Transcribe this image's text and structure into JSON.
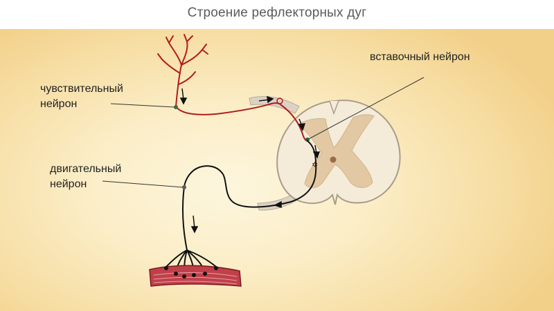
{
  "title": "Строение рефлекторных дуг",
  "labels": {
    "sensory": [
      "чувствительный",
      "нейрон"
    ],
    "interneuron": "вставочный нейрон",
    "motor": [
      "двигательный",
      "нейрон"
    ]
  },
  "colors": {
    "sensory_neuron": "#b01c1c",
    "motor_neuron": "#111111",
    "spinal_cord_white_matter": "#f5ebd9",
    "spinal_cord_gray_matter": "#e2c9a3",
    "muscle": "#c0404a"
  }
}
